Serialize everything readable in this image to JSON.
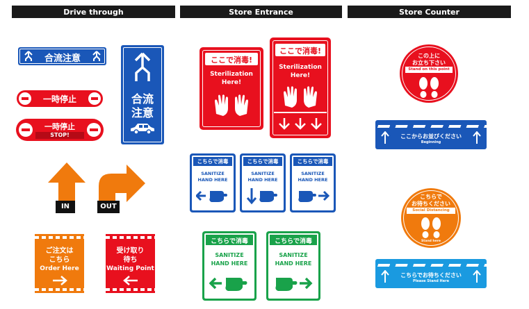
{
  "headers": {
    "drive_through": "Drive through",
    "store_entrance": "Store Entrance",
    "store_counter": "Store Counter"
  },
  "drive_through": {
    "merge_banner": "合流注意",
    "stop_pill": "一時停止",
    "stop_pill2_jp": "一時停止",
    "stop_pill2_en": "STOP!",
    "merge_tall": [
      "合流",
      "注意"
    ],
    "in_label": "IN",
    "out_label": "OUT",
    "order_jp": [
      "ご注文は",
      "こちら"
    ],
    "order_en": "Order Here",
    "waiting_jp": [
      "受け取り",
      "待ち"
    ],
    "waiting_en": "Waiting Point"
  },
  "store_entrance": {
    "steril_jp": "ここで消毒!",
    "steril_en": [
      "Sterilization",
      "Here!"
    ],
    "sanitize_jp": "こちらで消毒",
    "sanitize_en": [
      "SANITIZE",
      "HAND HERE"
    ]
  },
  "store_counter": {
    "stand_jp": [
      "この上に",
      "お立ち下さい"
    ],
    "stand_en": "Stand on this point",
    "begin_jp": "ここからお並びください",
    "begin_en": "Beginning",
    "wait_jp": [
      "こちらで",
      "お待ちください"
    ],
    "wait_en": "Social Distancing",
    "wait_small": "Stand here",
    "please_jp": "こちらでお待ちください",
    "please_en": "Please Stand Here"
  },
  "colors": {
    "red": "#e8101e",
    "blue": "#1a57b8",
    "orange": "#f07a0d",
    "green": "#19a24a",
    "light_blue": "#1a9ae0",
    "header": "#1a1a1a"
  }
}
